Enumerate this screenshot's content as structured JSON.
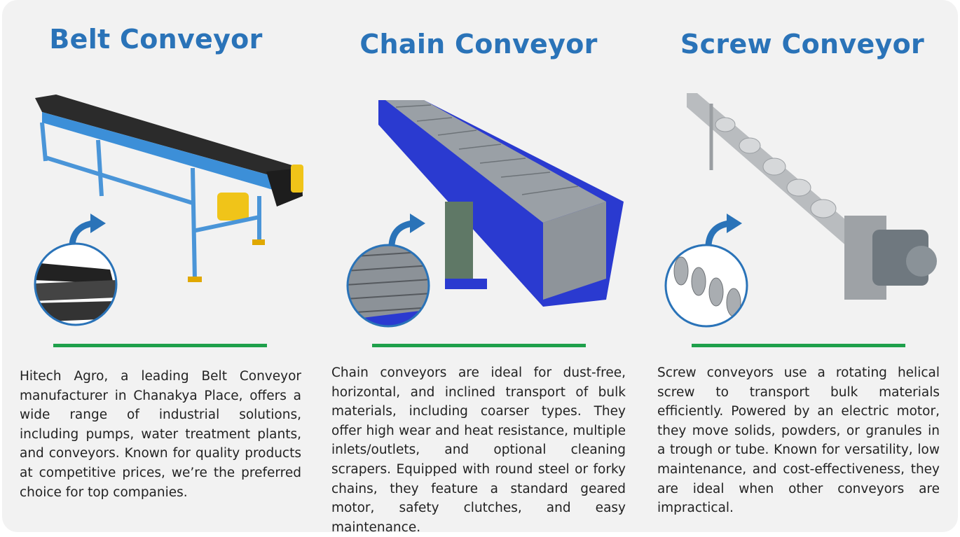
{
  "columns": [
    {
      "title": "Belt Conveyor",
      "description": "Hitech Agro, a leading Belt Conveyor manufacturer in Chanakya Place, offers a wide range of industrial solutions, including pumps, water treatment plants, and conveyors. Known for quality products at competitive prices, we’re the preferred choice for top companies."
    },
    {
      "title": "Chain Conveyor",
      "description": "Chain conveyors are ideal for dust-free, horizontal, and inclined transport of bulk materials, including coarser types. They offer high wear and heat resistance, multiple inlets/outlets, and optional cleaning scrapers. Equipped with round steel or forky chains, they feature a standard geared motor, safety clutches, and easy maintenance."
    },
    {
      "title": "Screw Conveyor",
      "description": "Screw conveyors use a rotating helical screw to transport bulk materials efficiently. Powered by an electric motor, they move solids, powders, or granules in a trough or tube. Known for versatility, low maintenance, and cost-effectiveness, they are ideal when other conveyors are impractical."
    }
  ],
  "colors": {
    "title": "#2a73b8",
    "accent": "#1fa04b",
    "panel": "#f2f2f2"
  }
}
